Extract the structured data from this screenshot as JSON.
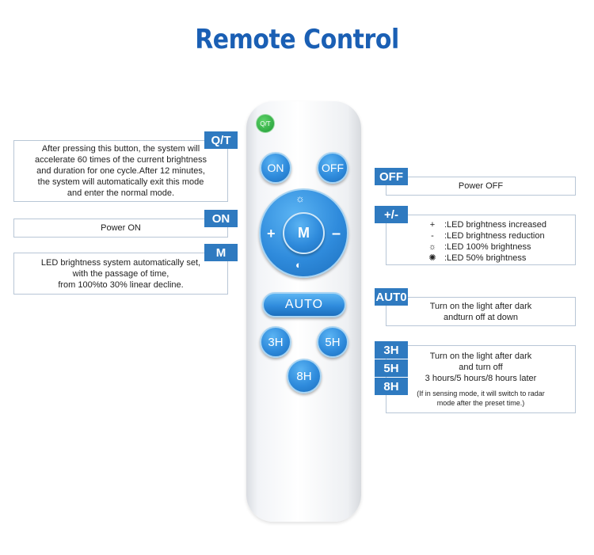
{
  "title": "Remote Control",
  "remote": {
    "qt": "Q/T",
    "on": "ON",
    "off": "OFF",
    "plus": "+",
    "m": "M",
    "minus": "–",
    "auto": "AUTO",
    "h3": "3H",
    "h5": "5H",
    "h8": "8H"
  },
  "left": {
    "qt_label": "Q/T",
    "qt_desc": [
      "After pressing this button, the system will",
      "accelerate 60 times of the current brightness",
      "and duration for one cycle.After 12 minutes,",
      "the system will automatically exit this mode",
      "and enter the normal mode."
    ],
    "on_label": "ON",
    "on_desc": "Power ON",
    "m_label": "M",
    "m_desc": [
      "LED brightness system automatically set,",
      "with the passage of time,",
      "from 100%to 30% linear decline."
    ]
  },
  "right": {
    "off_label": "OFF",
    "off_desc": "Power OFF",
    "pm_label": "+/-",
    "brightness": [
      {
        "symbol": "+",
        "text": ":LED brightness increased"
      },
      {
        "symbol": "-",
        "text": ":LED brightness reduction"
      },
      {
        "symbol": "☼",
        "text": ":LED 100% brightness"
      },
      {
        "symbol": "✺",
        "text": ":LED 50% brightness"
      }
    ],
    "auto_label": "AUT0",
    "auto_desc": [
      "Turn on the light after dark",
      "andturn off at down"
    ],
    "h3_label": "3H",
    "h5_label": "5H",
    "h8_label": "8H",
    "timer_desc": [
      "Turn on the light after dark",
      "and turn off",
      "3 hours/5 hours/8 hours later"
    ],
    "timer_note": [
      "(If in sensing mode, it will switch to radar",
      "mode after the preset time.)"
    ]
  }
}
